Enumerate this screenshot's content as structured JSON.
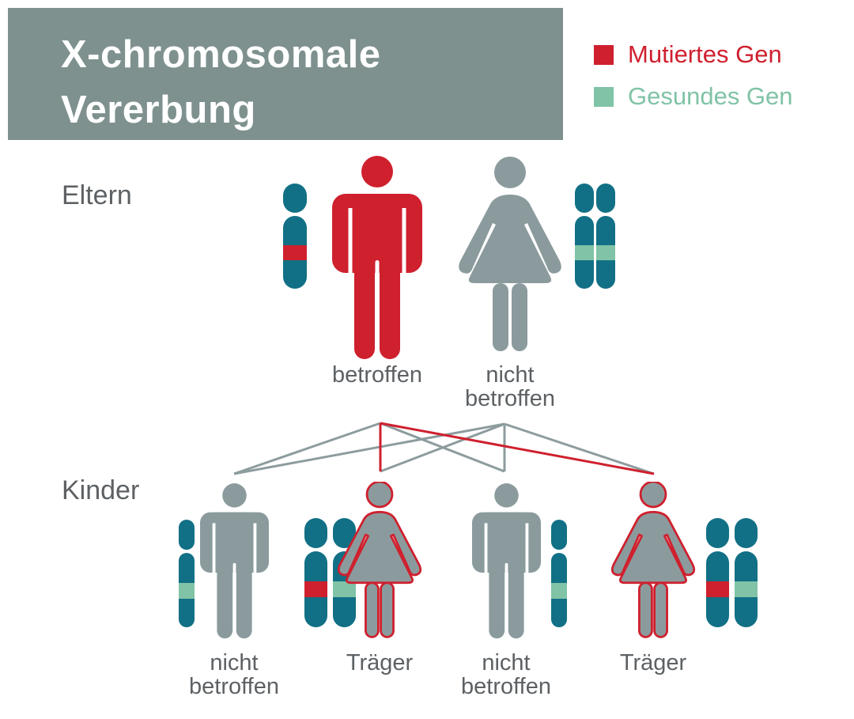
{
  "header": {
    "title_line1": "X-chromosomale",
    "title_line2": "Vererbung"
  },
  "legend": {
    "mutated": {
      "label": "Mutiertes Gen",
      "color": "#cf202e"
    },
    "healthy": {
      "label": "Gesundes Gen",
      "color": "#80c3a6"
    }
  },
  "generations": {
    "parents_label": "Eltern",
    "children_label": "Kinder"
  },
  "parents": {
    "father": {
      "sex": "male",
      "status": "betroffen",
      "affected": true,
      "genes": [
        "mutated"
      ]
    },
    "mother": {
      "sex": "female",
      "status": "nicht betroffen",
      "affected": false,
      "genes": [
        "healthy",
        "healthy"
      ]
    }
  },
  "children": {
    "child1": {
      "sex": "male",
      "status": "nicht betroffen",
      "carrier": false,
      "genes": [
        "healthy"
      ]
    },
    "child2": {
      "sex": "female",
      "status": "Träger",
      "carrier": true,
      "genes": [
        "mutated",
        "healthy"
      ]
    },
    "child3": {
      "sex": "male",
      "status": "nicht betroffen",
      "carrier": false,
      "genes": [
        "healthy"
      ]
    },
    "child4": {
      "sex": "female",
      "status": "Träger",
      "carrier": true,
      "genes": [
        "mutated",
        "healthy"
      ]
    }
  },
  "colors": {
    "mutated_red": "#cf202e",
    "healthy_green": "#80c3a6",
    "chromosome_teal": "#117085",
    "figure_gray": "#8b9b9d",
    "banner_gray": "#7e918f",
    "label_gray": "#5d6164",
    "line_gray": "#8d9c9e"
  }
}
